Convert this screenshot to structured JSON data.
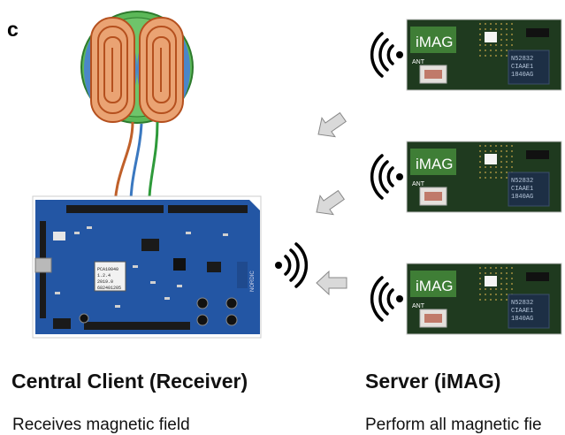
{
  "panel_label": "c",
  "client": {
    "heading": "Central Client (Receiver)",
    "description": "Receives magnetic field",
    "board_chip": {
      "line1": "PCA10040",
      "line2": "1.2.4",
      "line3": "2019.0",
      "line4": "682401205"
    },
    "board_brand": "NORDIC"
  },
  "server": {
    "heading": "Server (iMAG)",
    "description": "Perform all magnetic fie",
    "module_label": "iMAG",
    "module_ant_label": "ANT",
    "module_chip": {
      "line1": "N52832",
      "line2": "CIAAE1",
      "line3": "1840AG"
    },
    "module_count": 3
  },
  "colors": {
    "coil_orange": "#e8a070",
    "coil_stroke": "#b5501e",
    "coil_ring_green": "#52b050",
    "coil_ring_blue": "#4b86c8",
    "wire_orange": "#c0602a",
    "wire_blue": "#3a78c0",
    "wire_green": "#2e9a3a",
    "board_blue": "#2356a4",
    "pcb_green": "#1f3a1f",
    "arrow_gray": "#d6d6d6"
  },
  "icons": [
    "wireless-signal-icon",
    "arrow-icon"
  ]
}
